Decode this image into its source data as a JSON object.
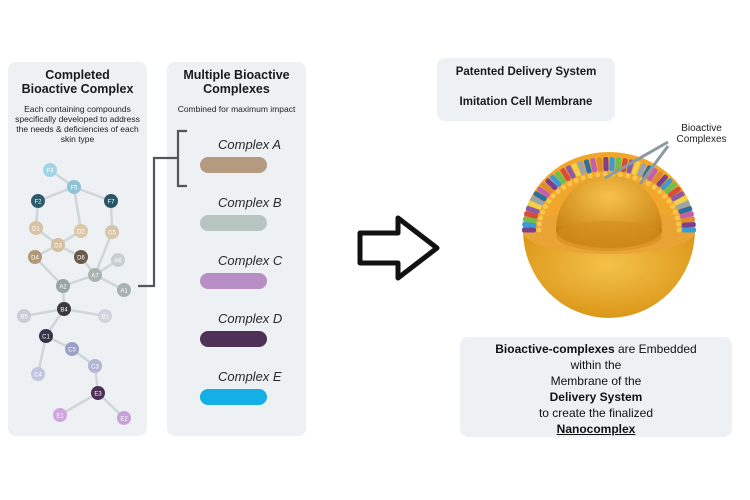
{
  "left_panel": {
    "title": "Completed\nBioactive Complex",
    "desc": "Each containing compounds specifically developed to address the needs & deficiencies of each skin type",
    "nodes": [
      "F4",
      "F5",
      "F2",
      "F7",
      "D1",
      "D2",
      "D3",
      "D6",
      "D5",
      "D4",
      "A7",
      "A6",
      "A2",
      "A1",
      "B4",
      "B5",
      "B1",
      "C1",
      "C5",
      "C3",
      "C4",
      "E3",
      "E1",
      "E2"
    ]
  },
  "middle_panel": {
    "title": "Multiple Bioactive Complexes",
    "desc": "Combined for maximum impact",
    "complexes": [
      {
        "label": "Complex A",
        "color": "#b49a80"
      },
      {
        "label": "Complex B",
        "color": "#b7c5c1"
      },
      {
        "label": "Complex C",
        "color": "#b78fc4"
      },
      {
        "label": "Complex D",
        "color": "#4f3158"
      },
      {
        "label": "Complex E",
        "color": "#15aee7"
      }
    ]
  },
  "right_panel": {
    "system_title": "Patented Delivery System",
    "membrane_title": "Imitation Cell Membrane",
    "bio_label": "Bioactive\nComplexes",
    "caption": {
      "line1_bold": "Bioactive-complexes",
      "line1_rest": " are Embedded",
      "line2": "within the",
      "line3": "Membrane of the",
      "line4_bold": "Delivery System",
      "line5": "to create the finalized",
      "line6_bold_underline": "Nanocomplex"
    }
  }
}
